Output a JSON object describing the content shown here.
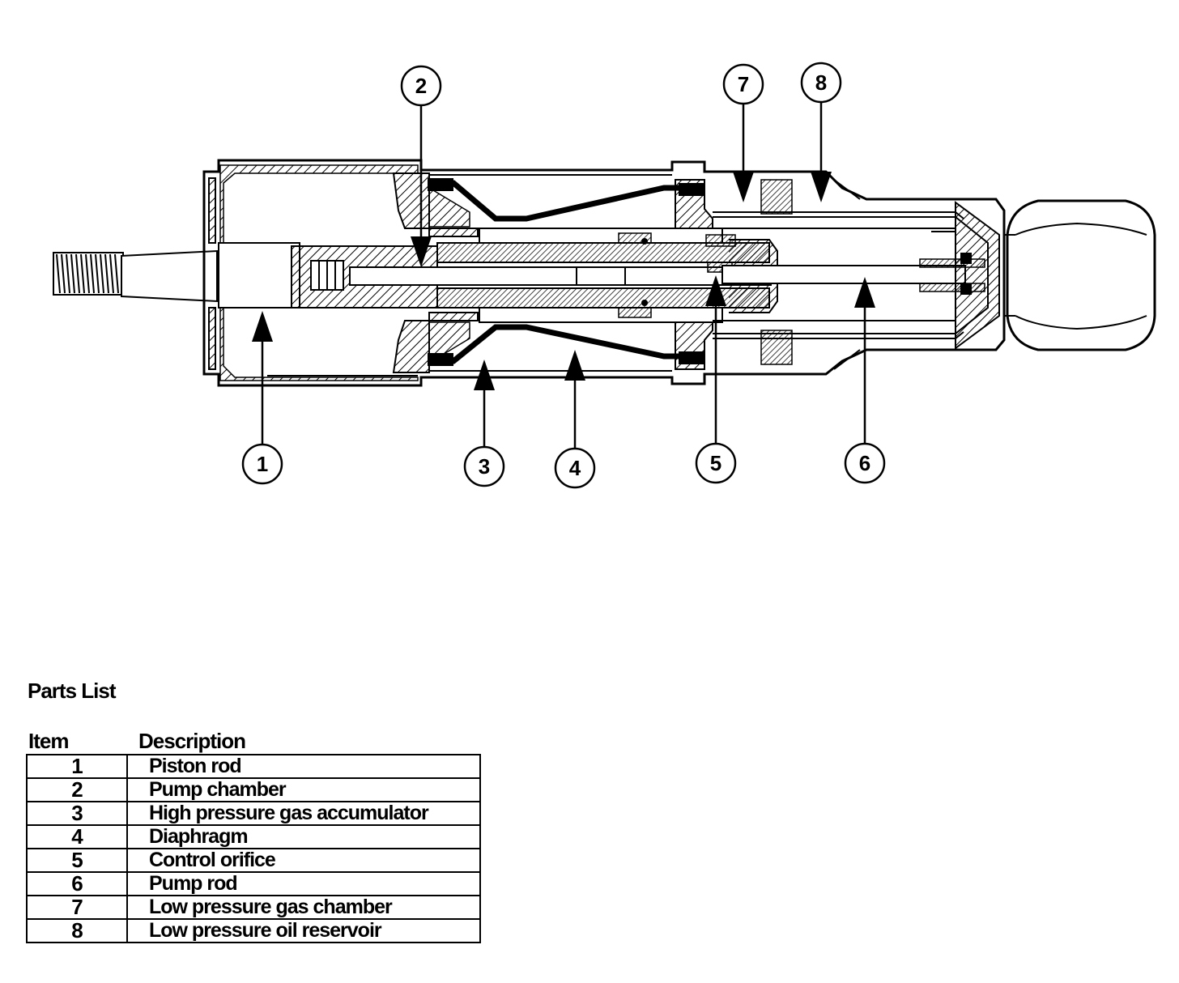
{
  "callouts": [
    {
      "id": "1"
    },
    {
      "id": "2"
    },
    {
      "id": "3"
    },
    {
      "id": "4"
    },
    {
      "id": "5"
    },
    {
      "id": "6"
    },
    {
      "id": "7"
    },
    {
      "id": "8"
    }
  ],
  "parts_list": {
    "title": "Parts List",
    "headers": {
      "item": "Item",
      "description": "Description"
    },
    "rows": [
      {
        "item": "1",
        "description": "Piston rod"
      },
      {
        "item": "2",
        "description": "Pump chamber"
      },
      {
        "item": "3",
        "description": "High pressure gas accumulator"
      },
      {
        "item": "4",
        "description": "Diaphragm"
      },
      {
        "item": "5",
        "description": "Control orifice"
      },
      {
        "item": "6",
        "description": "Pump rod"
      },
      {
        "item": "7",
        "description": "Low pressure gas chamber"
      },
      {
        "item": "8",
        "description": "Low pressure oil reservoir"
      }
    ]
  }
}
